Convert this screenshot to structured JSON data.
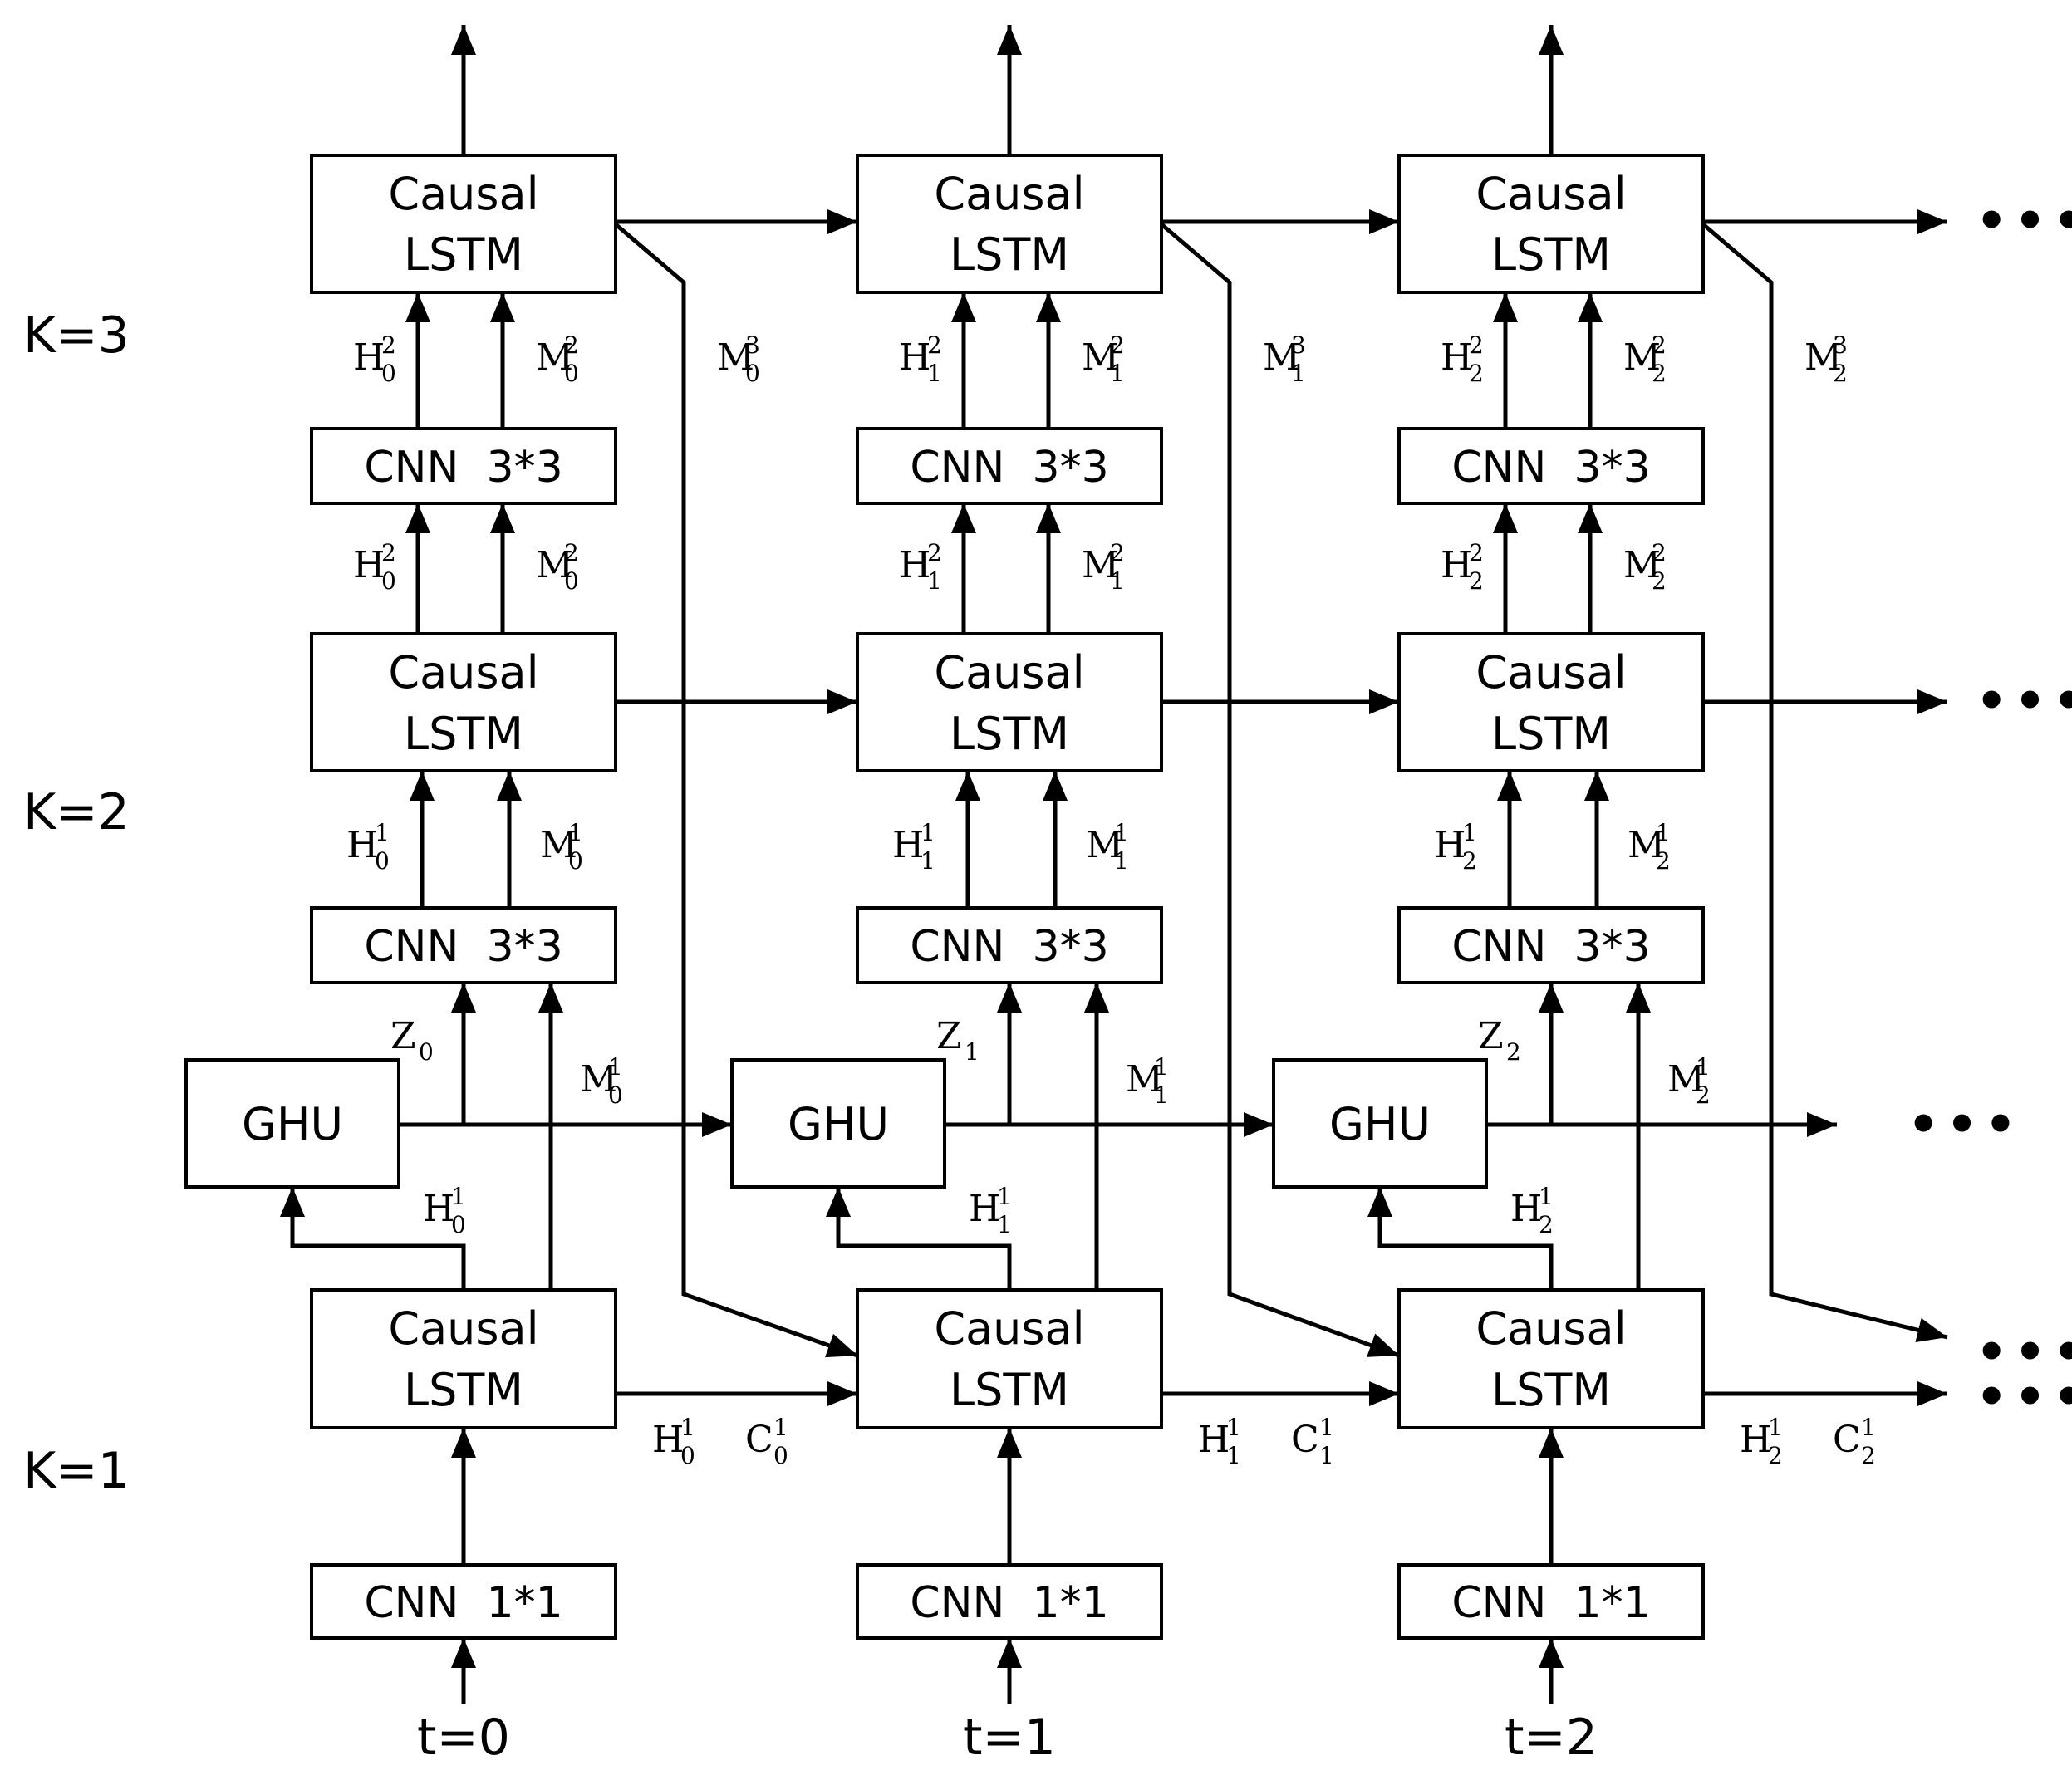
{
  "levels": [
    "K=3",
    "K=2",
    "K=1"
  ],
  "times": [
    "t=0",
    "t=1",
    "t=2"
  ],
  "columns": [
    {
      "top_lstm": [
        "Causal",
        "LSTM"
      ],
      "cnn_top": "CNN  3*3",
      "mid_lstm": [
        "Causal",
        "LSTM"
      ],
      "cnn_mid": "CNN  3*3",
      "ghu": "GHU",
      "bot_lstm": [
        "Causal",
        "LSTM"
      ],
      "cnn_in": "CNN  1*1",
      "labels": {
        "h2_upper": {
          "s": "H",
          "sup": "2",
          "sub": "0"
        },
        "m2_upper": {
          "s": "M",
          "sup": "2",
          "sub": "0"
        },
        "h2_lower": {
          "s": "H",
          "sup": "2",
          "sub": "0"
        },
        "m2_lower": {
          "s": "M",
          "sup": "2",
          "sub": "0"
        },
        "m3_diag": {
          "s": "M",
          "sup": "3",
          "sub": "0"
        },
        "h1_upper": {
          "s": "H",
          "sup": "1",
          "sub": "0"
        },
        "m1_upper": {
          "s": "M",
          "sup": "1",
          "sub": "0"
        },
        "z": {
          "s": "Z",
          "sup": "",
          "sub": "0"
        },
        "m1_ghu": {
          "s": "M",
          "sup": "1",
          "sub": "0"
        },
        "h1_ghu": {
          "s": "H",
          "sup": "1",
          "sub": "0"
        },
        "h1_out": {
          "s": "H",
          "sup": "1",
          "sub": "0"
        },
        "c1_out": {
          "s": "C",
          "sup": "1",
          "sub": "0"
        }
      }
    },
    {
      "top_lstm": [
        "Causal",
        "LSTM"
      ],
      "cnn_top": "CNN  3*3",
      "mid_lstm": [
        "Causal",
        "LSTM"
      ],
      "cnn_mid": "CNN  3*3",
      "ghu": "GHU",
      "bot_lstm": [
        "Causal",
        "LSTM"
      ],
      "cnn_in": "CNN  1*1",
      "labels": {
        "h2_upper": {
          "s": "H",
          "sup": "2",
          "sub": "1"
        },
        "m2_upper": {
          "s": "M",
          "sup": "2",
          "sub": "1"
        },
        "h2_lower": {
          "s": "H",
          "sup": "2",
          "sub": "1"
        },
        "m2_lower": {
          "s": "M",
          "sup": "2",
          "sub": "1"
        },
        "m3_diag": {
          "s": "M",
          "sup": "3",
          "sub": "1"
        },
        "h1_upper": {
          "s": "H",
          "sup": "1",
          "sub": "1"
        },
        "m1_upper": {
          "s": "M",
          "sup": "1",
          "sub": "1"
        },
        "z": {
          "s": "Z",
          "sup": "",
          "sub": "1"
        },
        "m1_ghu": {
          "s": "M",
          "sup": "1",
          "sub": "1"
        },
        "h1_ghu": {
          "s": "H",
          "sup": "1",
          "sub": "1"
        },
        "h1_out": {
          "s": "H",
          "sup": "1",
          "sub": "1"
        },
        "c1_out": {
          "s": "C",
          "sup": "1",
          "sub": "1"
        }
      }
    },
    {
      "top_lstm": [
        "Causal",
        "LSTM"
      ],
      "cnn_top": "CNN  3*3",
      "mid_lstm": [
        "Causal",
        "LSTM"
      ],
      "cnn_mid": "CNN  3*3",
      "ghu": "GHU",
      "bot_lstm": [
        "Causal",
        "LSTM"
      ],
      "cnn_in": "CNN  1*1",
      "labels": {
        "h2_upper": {
          "s": "H",
          "sup": "2",
          "sub": "2"
        },
        "m2_upper": {
          "s": "M",
          "sup": "2",
          "sub": "2"
        },
        "h2_lower": {
          "s": "H",
          "sup": "2",
          "sub": "2"
        },
        "m2_lower": {
          "s": "M",
          "sup": "2",
          "sub": "2"
        },
        "m3_diag": {
          "s": "M",
          "sup": "3",
          "sub": "2"
        },
        "h1_upper": {
          "s": "H",
          "sup": "1",
          "sub": "2"
        },
        "m1_upper": {
          "s": "M",
          "sup": "1",
          "sub": "2"
        },
        "z": {
          "s": "Z",
          "sup": "",
          "sub": "2"
        },
        "m1_ghu": {
          "s": "M",
          "sup": "1",
          "sub": "2"
        },
        "h1_ghu": {
          "s": "H",
          "sup": "1",
          "sub": "2"
        },
        "h1_out": {
          "s": "H",
          "sup": "1",
          "sub": "2"
        },
        "c1_out": {
          "s": "C",
          "sup": "1",
          "sub": "2"
        }
      }
    }
  ],
  "continuation": "…"
}
